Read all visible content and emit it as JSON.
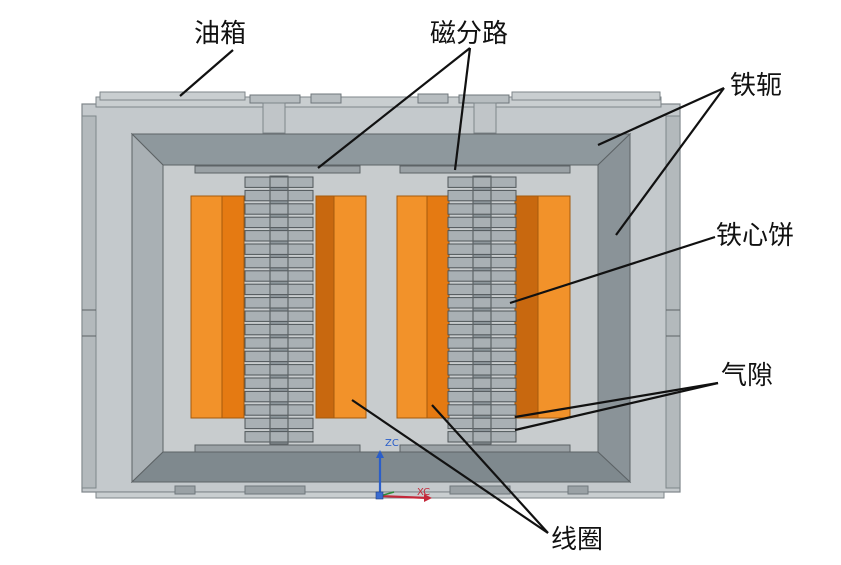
{
  "labels": {
    "tank": "油箱",
    "magnetic_shunt": "磁分路",
    "yoke": "铁轭",
    "core_cake": "铁心饼",
    "air_gap": "气隙",
    "coil": "线圈"
  },
  "axes": {
    "z": "ZC",
    "x": "XC"
  },
  "colors": {
    "tank": "#c4c9cc",
    "tank_dark": "#9aa1a5",
    "yoke": "#8e989d",
    "yoke_light": "#b3b9bc",
    "interior": "#c8ccce",
    "coil_light": "#f2922a",
    "coil_mid": "#e57a12",
    "coil_dark": "#c8680f",
    "core": "#a9b0b4",
    "core_dark": "#6c7478",
    "axis_z": "#2a5ec9",
    "axis_x": "#c4283a",
    "axis_y": "#2e8a3a"
  }
}
